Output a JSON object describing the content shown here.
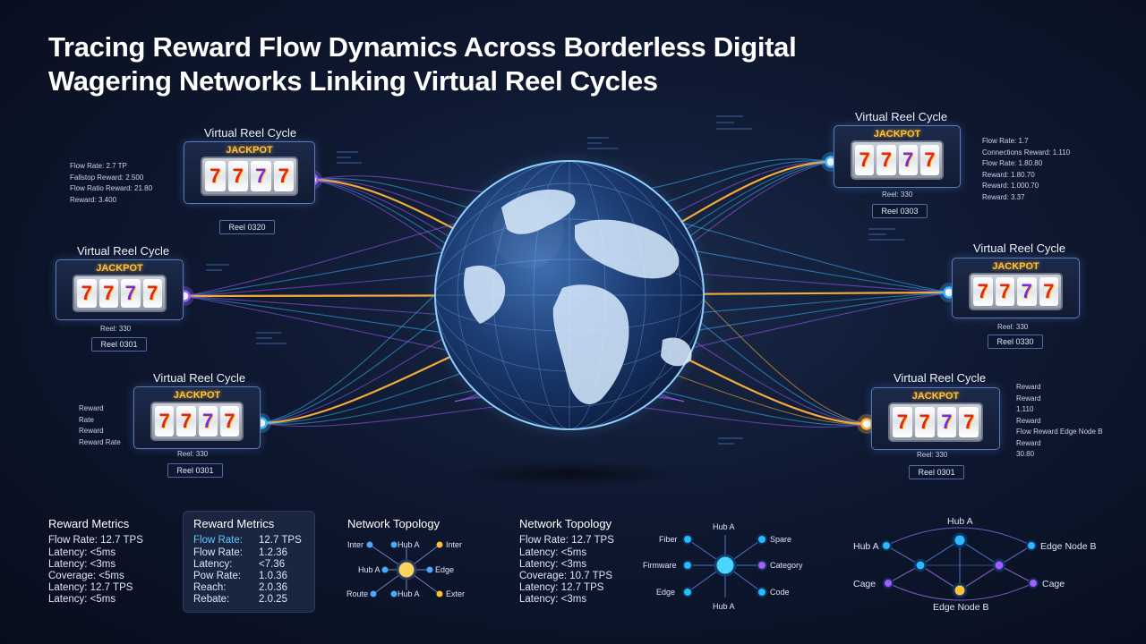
{
  "title": {
    "line1": "Tracing Reward Flow Dynamics Across Borderless Digital",
    "line2": "Wagering Networks Linking Virtual Reel Cycles"
  },
  "colors": {
    "background": "#0b1428",
    "blue": "#3ab8ff",
    "purple": "#a35cff",
    "gold": "#ffb23a",
    "jackpot": "#ffc233",
    "seven_red": "#e0251e"
  },
  "reel_cards": [
    {
      "heading": "Virtual Reel Cycle",
      "jackpot": "JACKPOT",
      "symbols": [
        "7",
        "7",
        "7",
        "7"
      ],
      "footer": "Reel 0320",
      "connector": "purple",
      "side_stats": [
        "Flow Rate: 2.7 TP",
        "Fallstop Reward: 2.500",
        "Flow Ratio Reward: 21.80",
        "Reward: 3.400"
      ]
    },
    {
      "heading": "Virtual Reel Cycle",
      "jackpot": "JACKPOT",
      "symbols": [
        "7",
        "7",
        "7",
        "7"
      ],
      "footer": "Reel 0301",
      "connector": "purple",
      "sub": "Reel: 330",
      "side_stats": []
    },
    {
      "heading": "Virtual Reel Cycle",
      "jackpot": "JACKPOT",
      "symbols": [
        "7",
        "7",
        "7",
        "7"
      ],
      "footer": "Reel 0301",
      "connector": "blue",
      "sub": "Reel: 330",
      "side_stats": [
        "Reward",
        "Rate",
        "Reward",
        "Reward Rate"
      ]
    },
    {
      "heading": "Virtual Reel Cycle",
      "jackpot": "JACKPOT",
      "symbols": [
        "7",
        "7",
        "7",
        "7"
      ],
      "footer": "Reel 0303",
      "connector": "blue",
      "sub": "Reel: 330",
      "side_stats": [
        "Flow Rate: 1.7",
        "Connections Reward: 1.110",
        "Flow Rate: 1.80.80",
        "Reward: 1.80.70",
        "Reward: 1.000.70",
        "Reward: 3.37"
      ]
    },
    {
      "heading": "Virtual Reel Cycle",
      "jackpot": "JACKPOT",
      "symbols": [
        "7",
        "7",
        "7",
        "7"
      ],
      "footer": "Reel 0330",
      "connector": "blue",
      "sub": "Reel: 330",
      "side_stats": []
    },
    {
      "heading": "Virtual Reel Cycle",
      "jackpot": "JACKPOT",
      "symbols": [
        "7",
        "7",
        "7",
        "7"
      ],
      "footer": "Reel 0301",
      "connector": "gold",
      "sub": "Reel: 330",
      "side_stats": [
        "Reward",
        "Reward",
        "1.110",
        "Reward",
        "Flow Reward Edge Node B",
        "Reward",
        "30.80"
      ]
    }
  ],
  "reward_metrics_1": {
    "title": "Reward Metrics",
    "rows": [
      "Flow Rate: 12.7 TPS",
      "Latency: <5ms",
      "Latency: <3ms",
      "Coverage: <5ms",
      "Latency: 12.7 TPS",
      "Latency: <5ms"
    ]
  },
  "reward_metrics_2": {
    "title": "Reward Metrics",
    "rows": [
      {
        "label": "Flow Rate:",
        "value": "12.7 TPS"
      },
      {
        "label": "Flow Rate:",
        "value": "1.2.36"
      },
      {
        "label": "Latency:",
        "value": "<7.36"
      },
      {
        "label": "Pow Rate:",
        "value": "1.0.36"
      },
      {
        "label": "Reach:",
        "value": "2.0.36"
      },
      {
        "label": "Rebate:",
        "value": "2.0.25"
      }
    ]
  },
  "network_topology_1": {
    "title": "Network Topology",
    "nodes": [
      "Inter",
      "Hub A",
      "Inter",
      "Hub A",
      "Edge",
      "Route",
      "Hub A",
      "Exter"
    ]
  },
  "network_topology_2": {
    "title": "Network Topology",
    "rows": [
      "Flow Rate: 12.7 TPS",
      "Latency: <5ms",
      "Latency: <3ms",
      "Coverage: 10.7 TPS",
      "Latency: 12.7 TPS",
      "Latency: <3ms"
    ]
  },
  "hub_diagram": {
    "nodes": [
      "Hub A",
      "Fiber",
      "Spare",
      "Firmware",
      "Category",
      "Edge",
      "Code",
      "Hub A"
    ]
  },
  "mesh_diagram": {
    "nodes": [
      "Hub A",
      "Hub A",
      "Edge Node B",
      "Cage",
      "Cage",
      "Edge Node B"
    ]
  }
}
